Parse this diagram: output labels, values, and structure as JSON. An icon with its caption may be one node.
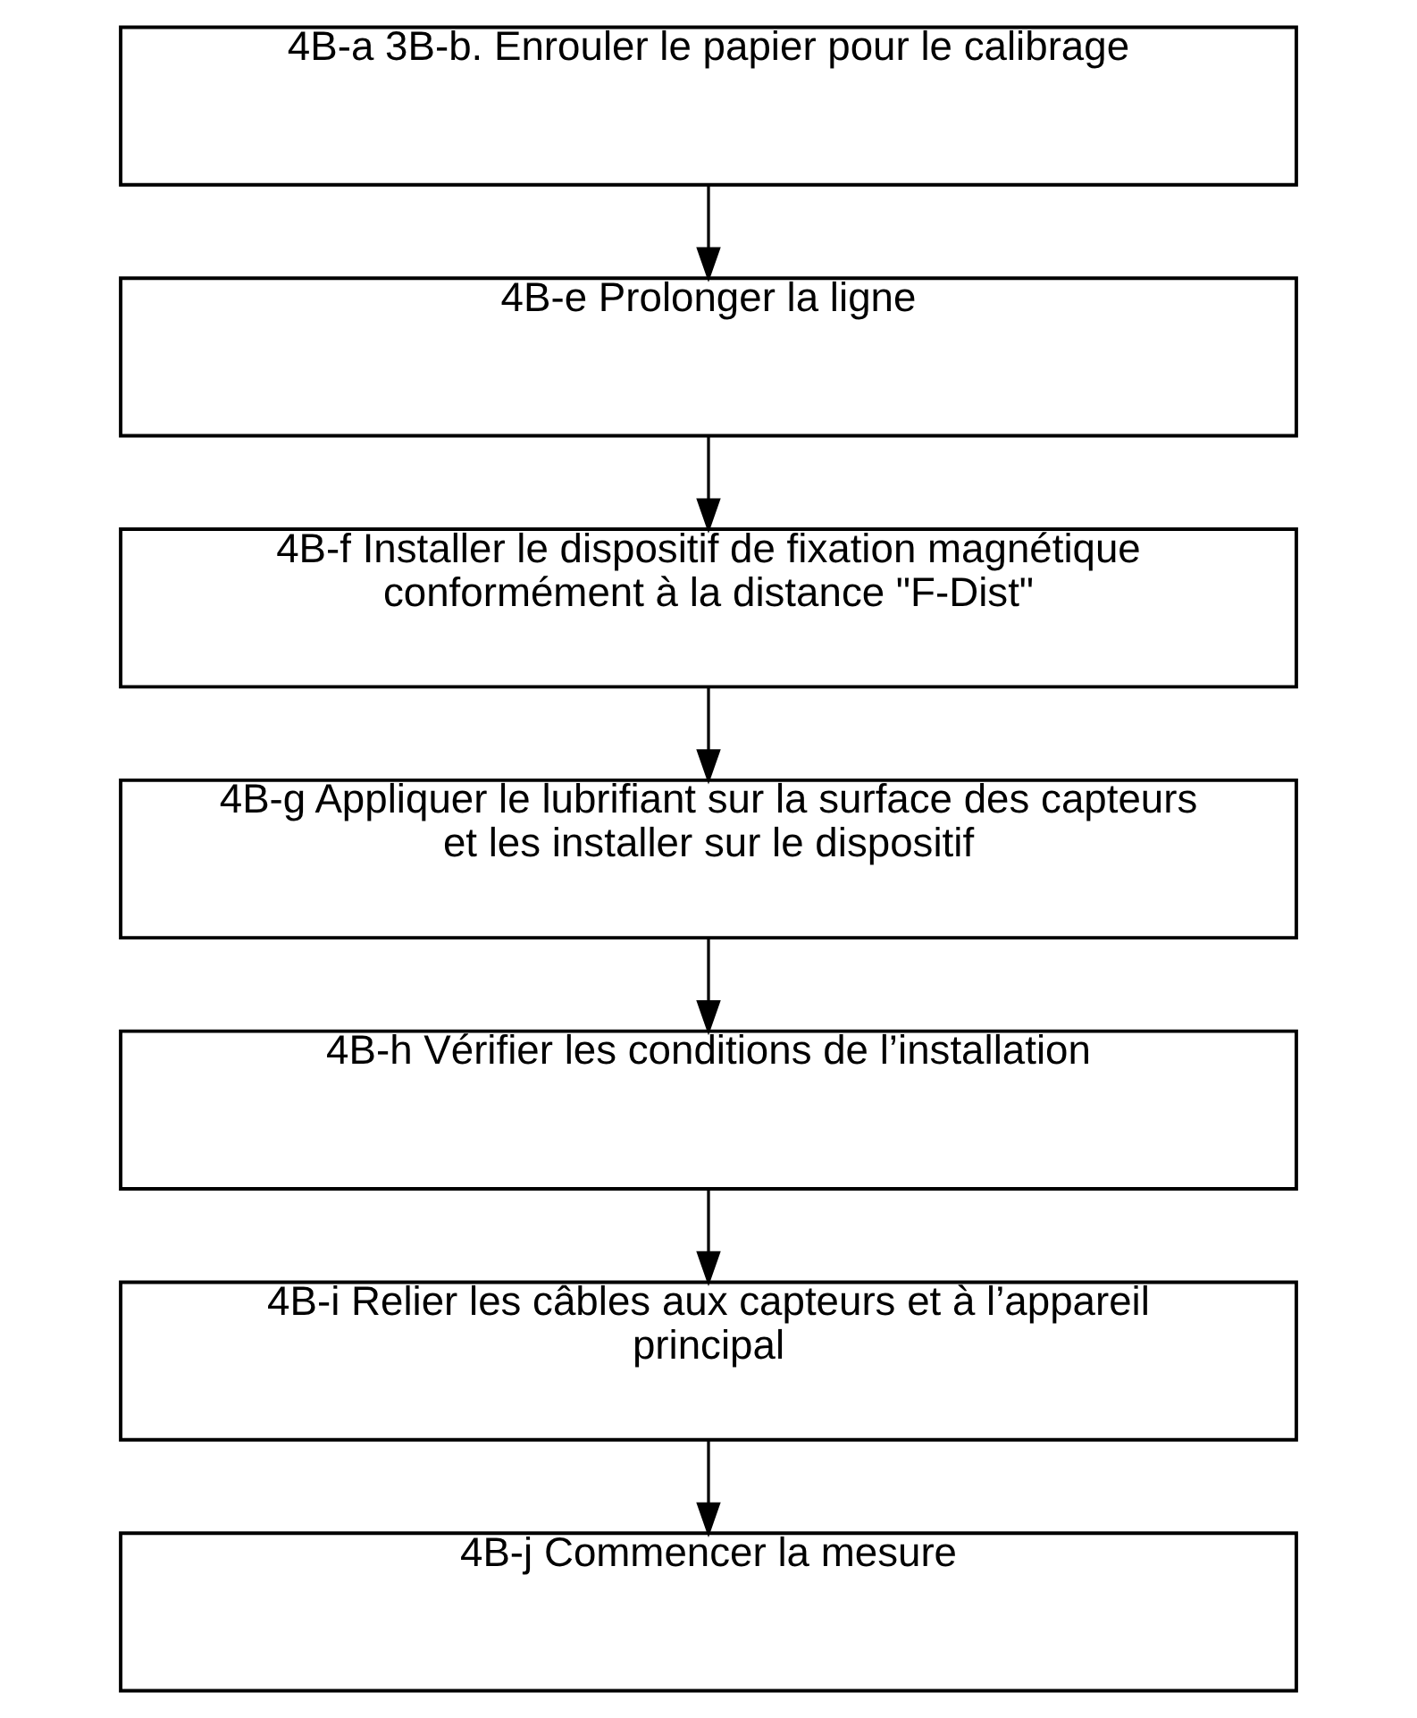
{
  "diagram": {
    "nodes": [
      {
        "text": [
          "4B-a 3B-b. Enrouler le papier pour le calibrage"
        ]
      },
      {
        "text": [
          "4B-e Prolonger la ligne"
        ]
      },
      {
        "text": [
          "4B-f Installer le dispositif de fixation magnétique conformément à la distance \"F-Dist\""
        ]
      },
      {
        "text": [
          "4B-g Appliquer le lubrifiant sur la surface des capteurs et les installer sur le dispositif"
        ]
      },
      {
        "text": [
          "4B-h Vérifier les conditions de l’installation"
        ]
      },
      {
        "text": [
          "4B-i Relier les câbles aux capteurs et à l’appareil principal"
        ]
      },
      {
        "text": [
          "4B-j Commencer la mesure"
        ]
      }
    ],
    "edges": [
      {
        "from": 0,
        "to": 1,
        "arrow": "to"
      },
      {
        "from": 1,
        "to": 2,
        "arrow": "to"
      },
      {
        "from": 2,
        "to": 3,
        "arrow": "to"
      },
      {
        "from": 3,
        "to": 4,
        "arrow": "to"
      },
      {
        "from": 4,
        "to": 5,
        "arrow": "to"
      },
      {
        "from": 5,
        "to": 6,
        "arrow": "to"
      }
    ]
  }
}
